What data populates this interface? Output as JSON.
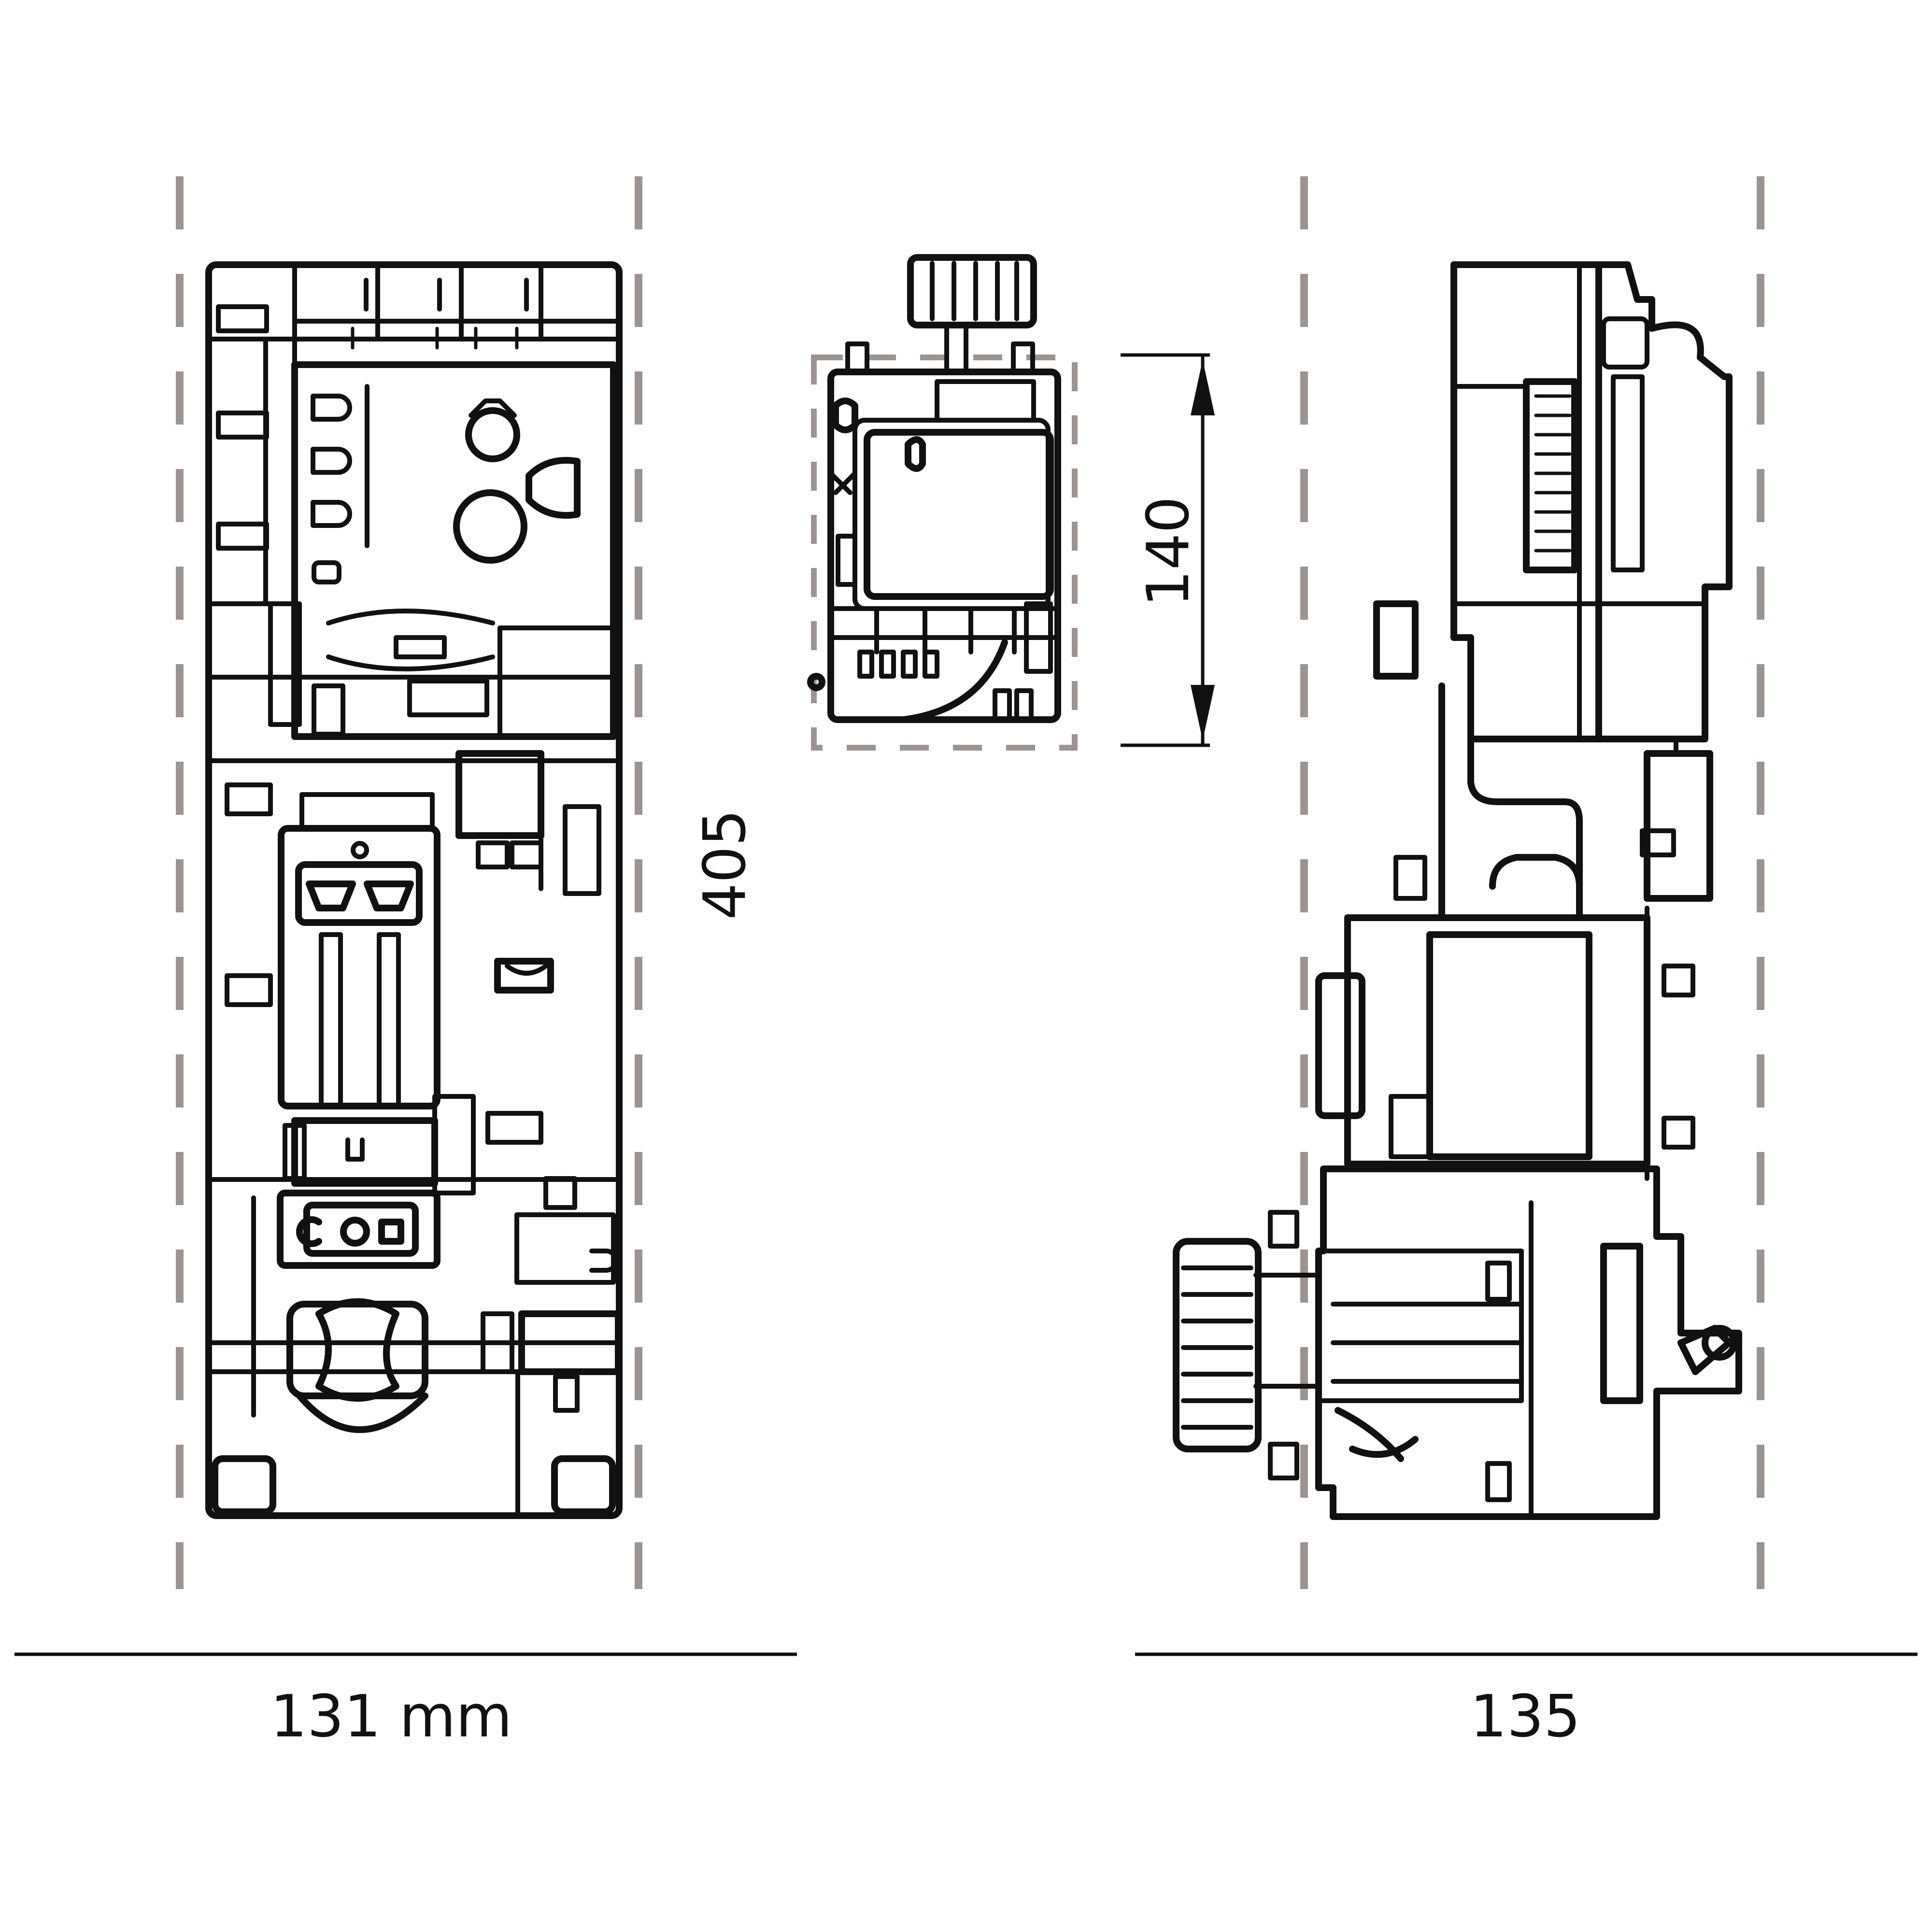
{
  "diagram": {
    "dimensions": {
      "front_width": "131 mm",
      "front_height": "405",
      "top_depth": "140",
      "side_width": "135"
    },
    "views": [
      "front-view",
      "top-view",
      "side-view"
    ],
    "colors": {
      "line": "#111111",
      "guide": "#9c9494",
      "background": "#ffffff"
    }
  }
}
